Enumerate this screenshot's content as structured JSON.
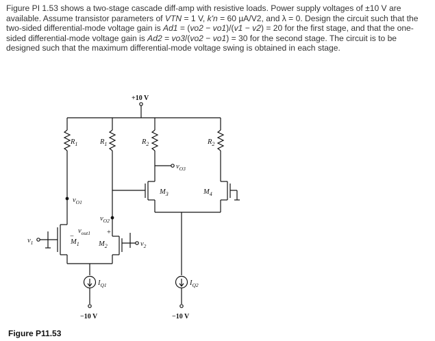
{
  "problem": {
    "p1": "Figure PI 1.53 shows a two-stage cascade diff-amp with resistive loads. Power supply voltages of ±10 V are available. Assume transistor parameters of ",
    "vtn": "VTN",
    "p2": " = 1 V, ",
    "kn": "k'n",
    "p3": " = 60 µA/V2, and λ = 0. Design the circuit such that the two-sided differential-mode voltage gain is ",
    "ad1": "Ad1",
    "p4": " = (",
    "vo2a": "vo2",
    "p5": " − ",
    "vo1a": "vo1",
    "p6": ")/(",
    "v1": "v1",
    "p7": " − ",
    "v2": "v2",
    "p8": ") = 20 for the first stage, and that the one-sided differential-mode voltage gain is ",
    "ad2": "Ad2",
    "p9": " = ",
    "vo3": "vo3",
    "p10": "/(",
    "vo2b": "vo2",
    "p11": " − ",
    "vo1b": "vo1",
    "p12": ") = 30 for the second stage. The circuit is to be designed such that the maximum differential-mode voltage swing is obtained in each stage."
  },
  "circuit": {
    "vdd": "+10 V",
    "vss_left": "−10 V",
    "vss_right": "−10 V",
    "r1_left": "R",
    "r1_left_sub": "1",
    "r1_right": "R",
    "r1_right_sub": "1",
    "r2_left": "R",
    "r2_left_sub": "2",
    "r2_right": "R",
    "r2_right_sub": "2",
    "vo3": "v",
    "vo3_sub": "O3",
    "vo1": "v",
    "vo1_sub": "O1",
    "vo2": "v",
    "vo2_sub": "O2",
    "vout1": "v",
    "vout1_sub": "out1",
    "minus": "−",
    "plus": "+",
    "v1": "v",
    "v1_sub": "1",
    "v2": "v",
    "v2_sub": "2",
    "m1": "M",
    "m1_sub": "1",
    "m2": "M",
    "m2_sub": "2",
    "m3": "M",
    "m3_sub": "3",
    "m4": "M",
    "m4_sub": "4",
    "iq1": "I",
    "iq1_sub": "Q1",
    "iq2": "I",
    "iq2_sub": "Q2"
  },
  "caption": "Figure P11.53"
}
